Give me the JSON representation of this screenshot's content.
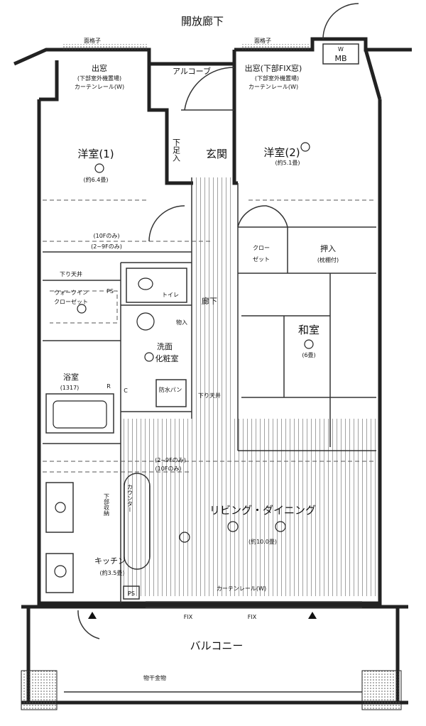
{
  "title": "開放廊下",
  "top": {
    "window_grille_left": "面格子",
    "window_grille_right": "面格子",
    "meter_box_w": "W",
    "meter_box": "MB",
    "alcove": "アルコーブ"
  },
  "rooms": {
    "bay_window_left": "出窓",
    "bay_window_left_note1": "(下部室外機置場)",
    "bay_window_left_note2": "カーテンレール(W)",
    "bay_window_right": "出窓(下部FIX窓)",
    "bay_window_right_note1": "(下部室外機置場)",
    "bay_window_right_note2": "カーテンレール(W)",
    "western1": "洋室(1)",
    "western1_size": "(約6.4畳)",
    "shoe_storage": "下足入",
    "entrance": "玄関",
    "western2": "洋室(2)",
    "western2_size": "(約5.1畳)",
    "note_10f": "(10Fのみ)",
    "note_2_9f": "(2~9Fのみ)",
    "closet": "クロー\nゼット",
    "closet_line1": "クロー",
    "closet_line2": "ゼット",
    "oshiire": "押入",
    "oshiire_note": "(枕棚付)",
    "lowered_ceiling_1": "下り天井",
    "ps_1": "PS",
    "walkin_line1": "ウォークイン",
    "walkin_line2": "クローゼット",
    "toilet": "トイレ",
    "corridor": "廊下",
    "storage": "物入",
    "washitsu": "和室",
    "washitsu_size": "(6畳)",
    "washroom_line1": "洗面",
    "washroom_line2": "化粧室",
    "bathroom": "浴室",
    "bathroom_size": "(1317)",
    "r_mark": "R",
    "c_mark": "C",
    "waterproof_pan": "防水パン",
    "lowered_ceiling_2": "下り天井",
    "note_2_9f_b": "(2~9Fのみ)",
    "note_10f_b": "(10Fのみ)",
    "counter": "カウンター",
    "under_storage": "下部収納",
    "living_dining": "リビング・ダイニング",
    "living_dining_size": "(約10.0畳)",
    "kitchen": "キッチン",
    "kitchen_size": "(約3.5畳)",
    "ps_2": "PS",
    "curtain_rail": "カーテンレール(W)",
    "fix_1": "FIX",
    "fix_2": "FIX",
    "balcony": "バルコニー",
    "clothes_hanger": "物干金物"
  }
}
